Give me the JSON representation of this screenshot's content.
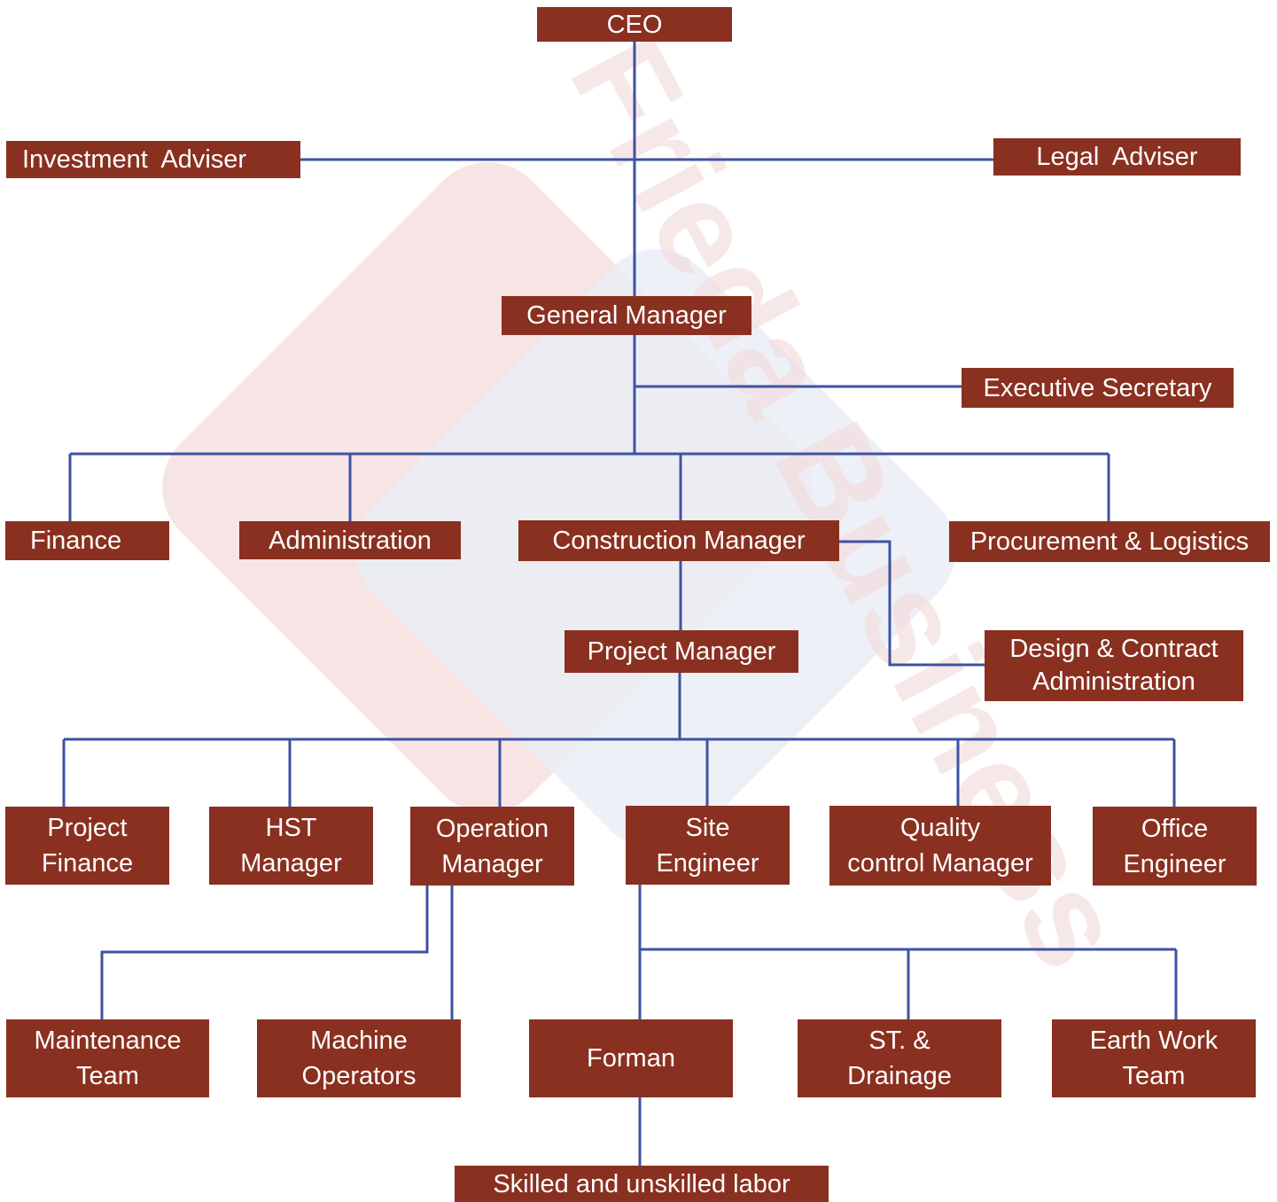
{
  "colors": {
    "box_fill": "#8a3020",
    "box_text": "#ffffff",
    "connector": "#3e52a3",
    "watermark_red": "#f7e4e4",
    "watermark_blue": "#eaedf6"
  },
  "watermark": {
    "text": "Frieda Business"
  },
  "nodes": {
    "ceo": "CEO",
    "investment_adviser": "Investment  Adviser",
    "legal_adviser": "Legal  Adviser",
    "general_manager": "General Manager",
    "executive_secretary": "Executive Secretary",
    "finance": "Finance",
    "administration": "Administration",
    "construction_manager": "Construction Manager",
    "procurement_logistics": "Procurement & Logistics",
    "project_manager": "Project Manager",
    "design_contract_admin": "Design & Contract\nAdministration",
    "project_finance": "Project\nFinance",
    "hst_manager": "HST\nManager",
    "operation_manager": "Operation\nManager",
    "site_engineer": "Site\nEngineer",
    "quality_control_manager": "Quality\ncontrol Manager",
    "office_engineer": "Office\nEngineer",
    "maintenance_team": "Maintenance\nTeam",
    "machine_operators": "Machine\nOperators",
    "forman": "Forman",
    "st_drainage": "ST. &\nDrainage",
    "earth_work_team": "Earth Work\nTeam",
    "skilled_unskilled_labor": "Skilled and unskilled labor"
  }
}
